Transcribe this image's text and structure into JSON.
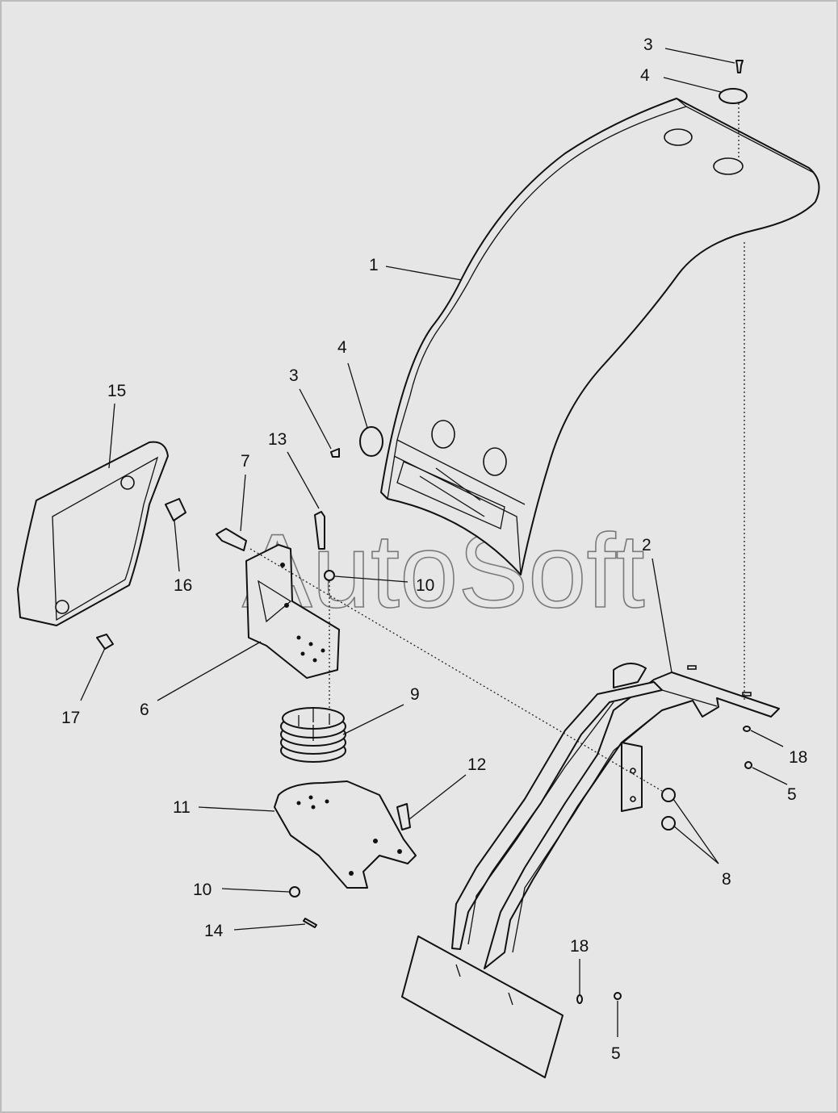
{
  "watermark": "AutoSoft",
  "callouts": [
    {
      "id": "c-3-top",
      "text": "3"
    },
    {
      "id": "c-4-top",
      "text": "4"
    },
    {
      "id": "c-1",
      "text": "1"
    },
    {
      "id": "c-4-mid",
      "text": "4"
    },
    {
      "id": "c-3-mid",
      "text": "3"
    },
    {
      "id": "c-15",
      "text": "15"
    },
    {
      "id": "c-13",
      "text": "13"
    },
    {
      "id": "c-7",
      "text": "7"
    },
    {
      "id": "c-16",
      "text": "16"
    },
    {
      "id": "c-10-top",
      "text": "10"
    },
    {
      "id": "c-2",
      "text": "2"
    },
    {
      "id": "c-6",
      "text": "6"
    },
    {
      "id": "c-9",
      "text": "9"
    },
    {
      "id": "c-17",
      "text": "17"
    },
    {
      "id": "c-18-top",
      "text": "18"
    },
    {
      "id": "c-5-top",
      "text": "5"
    },
    {
      "id": "c-12",
      "text": "12"
    },
    {
      "id": "c-11",
      "text": "11"
    },
    {
      "id": "c-8",
      "text": "8"
    },
    {
      "id": "c-10-bot",
      "text": "10"
    },
    {
      "id": "c-14",
      "text": "14"
    },
    {
      "id": "c-18-bot",
      "text": "18"
    },
    {
      "id": "c-5-bot",
      "text": "5"
    }
  ]
}
